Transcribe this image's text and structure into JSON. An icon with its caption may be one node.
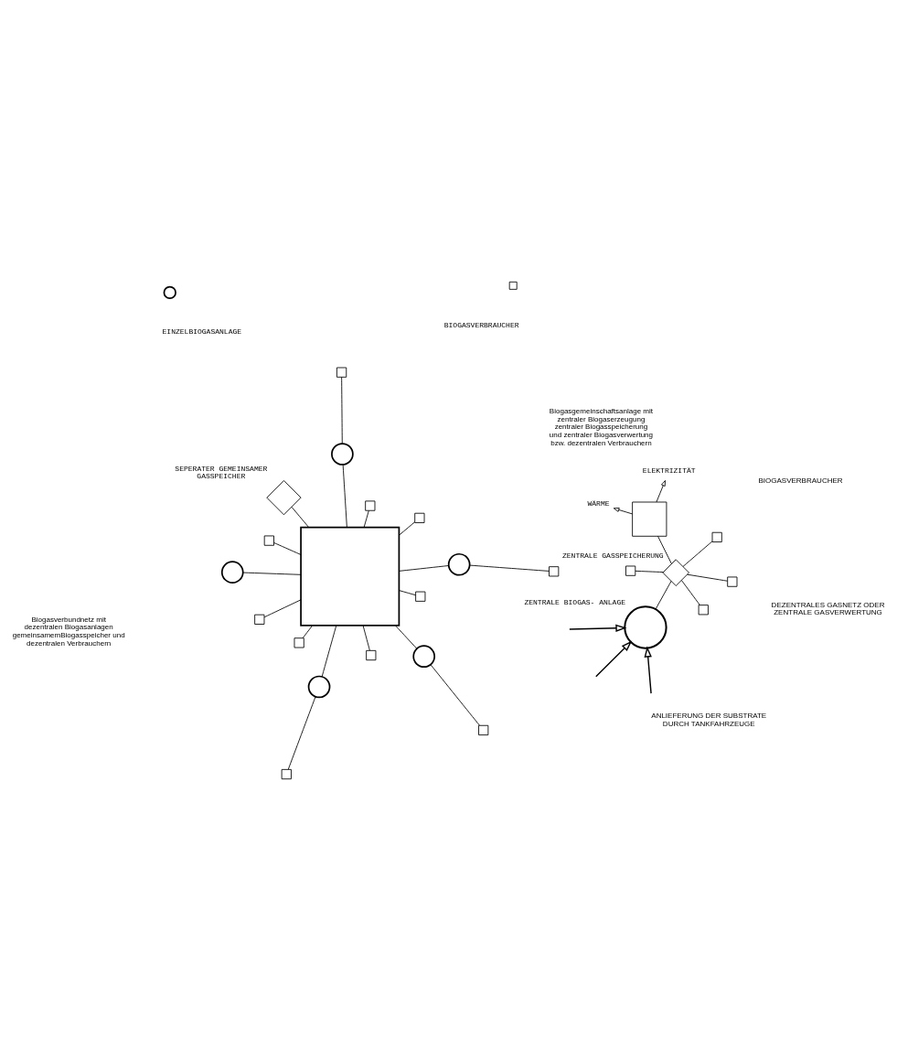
{
  "diagram": {
    "nodes": [
      {
        "text": [],
        "shape": "box"
      },
      {
        "text": [],
        "shape": "circle"
      },
      {
        "text": [],
        "shape": "circle"
      },
      {
        "text": [],
        "shape": "circle"
      },
      {
        "text": [],
        "shape": "circle"
      },
      {
        "text": [],
        "shape": "circle"
      },
      {
        "text": [],
        "shape": "box"
      },
      {
        "text": [],
        "shape": "box"
      },
      {
        "text": [],
        "shape": "box"
      },
      {
        "text": [],
        "shape": "box"
      },
      {
        "text": [],
        "shape": "box"
      },
      {
        "text": [],
        "shape": "box"
      },
      {
        "text": [],
        "shape": "box"
      },
      {
        "text": [],
        "shape": "box"
      },
      {
        "text": [],
        "shape": "box"
      },
      {
        "text": [],
        "shape": "box"
      },
      {
        "text": [],
        "shape": "box"
      },
      {
        "text": [],
        "shape": "diamond",
        "beside": [
          "SEPERATER GEMEINSAMER GASSPEICHER"
        ]
      },
      {
        "text": [],
        "shape": "circle",
        "beside": [
          "ZENTRALE BIOGAS- ANLAGE"
        ]
      },
      {
        "text": [],
        "shape": "diamond",
        "beside": [
          "ZENTRALE GASSPEICHERUNG"
        ]
      },
      {
        "text": [],
        "shape": "box"
      },
      {
        "text": [
          "WÄRME"
        ]
      },
      {
        "text": [
          "ELEKTRIZITÄT"
        ]
      },
      {
        "text": [],
        "shape": "box"
      },
      {
        "text": [],
        "shape": "box"
      },
      {
        "text": [],
        "shape": "box"
      },
      {
        "text": [],
        "shape": "box"
      }
    ],
    "edges": [
      {
        "from": 1,
        "to": 0,
        "arrow": "none"
      },
      {
        "from": 2,
        "to": 0,
        "arrow": "none"
      },
      {
        "from": 3,
        "to": 0,
        "arrow": "none"
      },
      {
        "from": 4,
        "to": 0,
        "arrow": "none"
      },
      {
        "from": 5,
        "to": 0,
        "arrow": "none"
      },
      {
        "from": 17,
        "to": 0,
        "arrow": "none"
      },
      {
        "from": 6,
        "to": 1,
        "arrow": "none"
      },
      {
        "from": 7,
        "to": 2,
        "arrow": "none"
      },
      {
        "from": 8,
        "to": 0,
        "arrow": "none"
      },
      {
        "from": 9,
        "to": 0,
        "arrow": "none"
      },
      {
        "from": 10,
        "to": 0,
        "arrow": "none"
      },
      {
        "from": 11,
        "to": 0,
        "arrow": "none"
      },
      {
        "from": 12,
        "to": 3,
        "arrow": "none"
      },
      {
        "from": 13,
        "to": 0,
        "arrow": "none"
      },
      {
        "from": 14,
        "to": 0,
        "arrow": "none"
      },
      {
        "from": 15,
        "to": 5,
        "arrow": "none"
      },
      {
        "from": 16,
        "to": 0,
        "arrow": "none"
      },
      {
        "from": null,
        "to": 18,
        "arrow": "to"
      },
      {
        "from": null,
        "to": 18,
        "arrow": "to"
      },
      {
        "from": null,
        "to": 18,
        "arrow": "to"
      },
      {
        "from": 18,
        "to": 19,
        "arrow": "none"
      },
      {
        "from": 19,
        "to": 20,
        "arrow": "none"
      },
      {
        "from": 20,
        "to": 21,
        "arrow": "to"
      },
      {
        "from": 20,
        "to": 22,
        "arrow": "to"
      },
      {
        "from": 19,
        "to": 23,
        "arrow": "none"
      },
      {
        "from": 19,
        "to": 24,
        "arrow": "none"
      },
      {
        "from": 19,
        "to": 25,
        "arrow": "none"
      },
      {
        "from": 19,
        "to": 26,
        "arrow": "none"
      }
    ],
    "labels": [
      "Biogasverbundnetz mit dezentralen Biogasanlagen gemeinsamemBiogasspeicher und dezentralen Verbrauchern",
      "ANLIEFERUNG DER SUBSTRATE DURCH TANKFAHRZEUGE",
      "BIOGASVERBRAUCHER",
      "Biogasgemeinschaftsanlage mit zentraler Biogaserzeugung zentraler Biogasspeicherung und zentraler Biogasverwertung bzw. dezentralen Verbrauchern",
      "DEZENTRALES GASNETZ ODER ZENTRALE GASVERWERTUNG"
    ],
    "legend": [
      {
        "text": "EINZELBIOGASANLAGE"
      },
      {
        "text": "BIOGASVERBRAUCHER"
      }
    ]
  }
}
